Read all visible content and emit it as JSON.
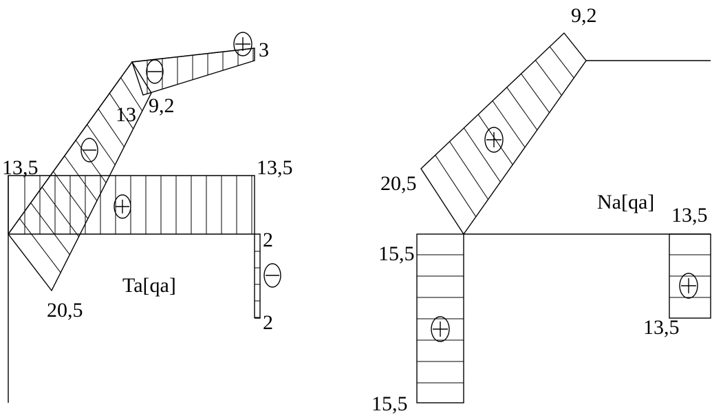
{
  "left_diagram": {
    "title": "Ta[qa]",
    "labels": {
      "top_left": "13,5",
      "top_right": "13,5",
      "bottom_diag": "20,5",
      "upper_diag_1": "13",
      "upper_diag_2": "9,2",
      "top_end": "3",
      "right_top": "2",
      "right_bottom": "2"
    },
    "signs": {
      "plus_main": "+",
      "minus_diag": "−",
      "minus_upper": "−",
      "plus_top": "+",
      "minus_right": "−"
    }
  },
  "right_diagram": {
    "title": "Na[qa]",
    "labels": {
      "top": "9,2",
      "diag": "20,5",
      "left_top": "15,5",
      "left_bottom": "15,5",
      "right_top": "13,5",
      "right_bottom": "13,5"
    },
    "signs": {
      "plus_diag": "+",
      "plus_left": "+",
      "plus_right": "+"
    }
  }
}
